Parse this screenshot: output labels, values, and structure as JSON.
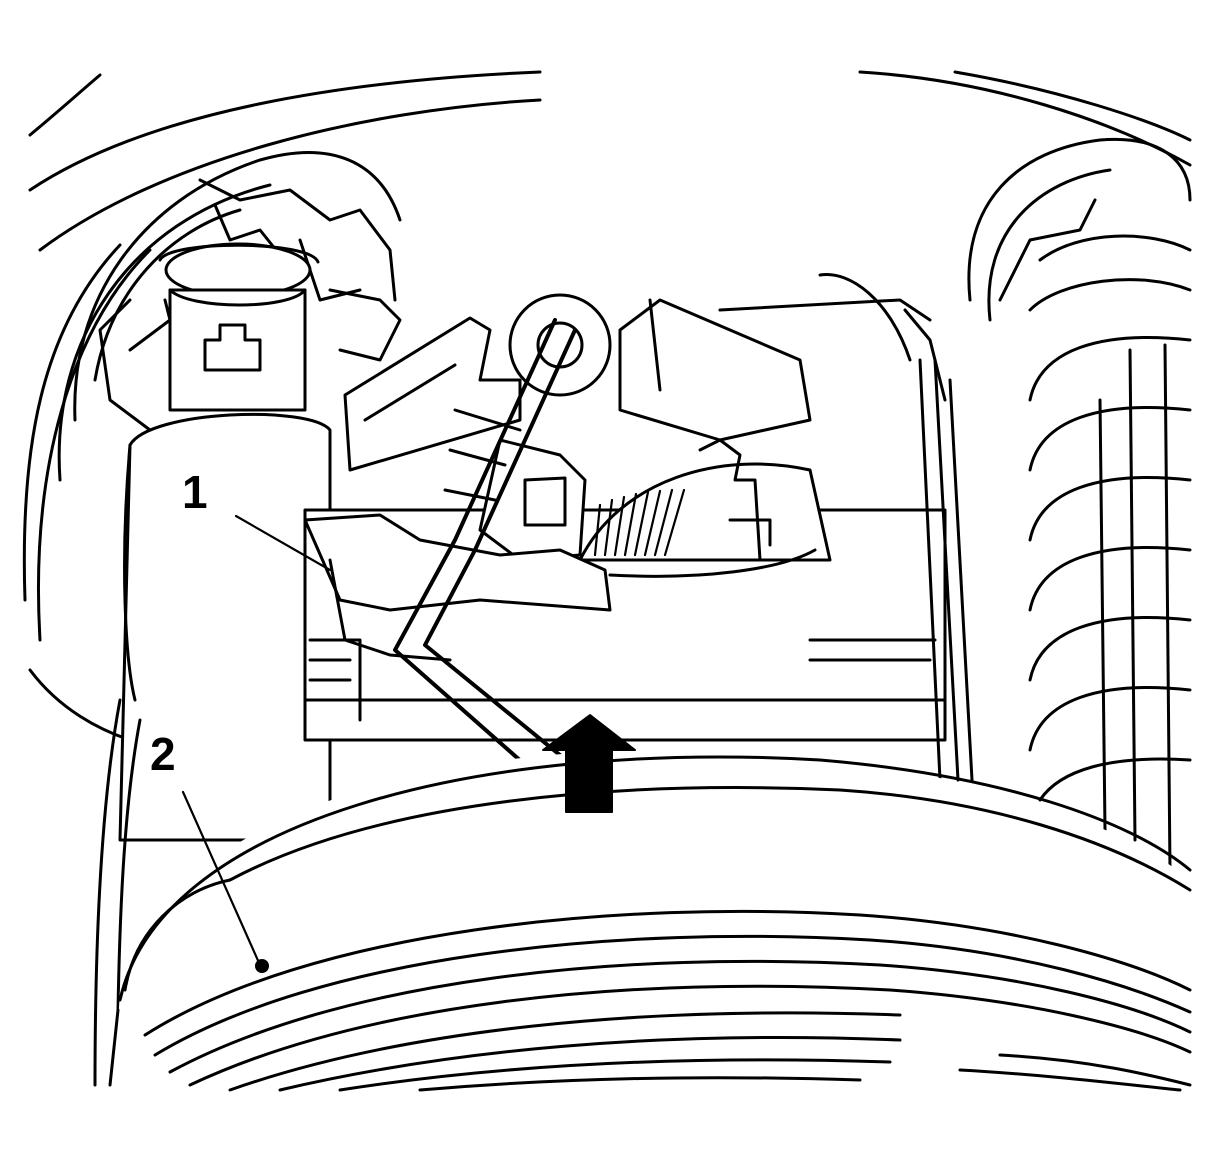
{
  "callouts": [
    {
      "id": "1",
      "label": "1"
    },
    {
      "id": "2",
      "label": "2"
    }
  ],
  "colors": {
    "line": "#000000",
    "background": "#ffffff"
  },
  "icons": [
    "direction-arrow-up-icon"
  ]
}
